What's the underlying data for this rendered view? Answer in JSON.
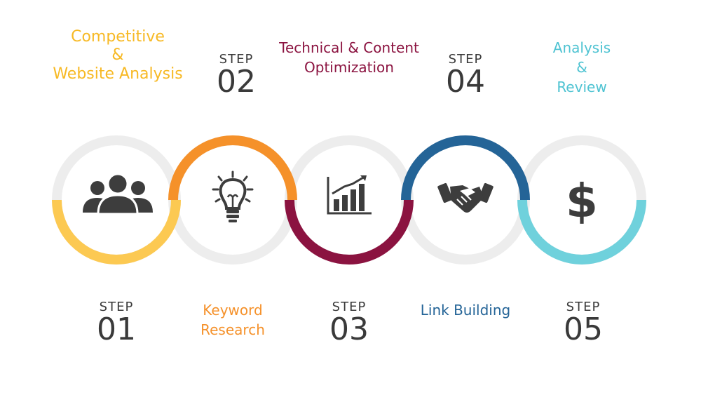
{
  "colors": {
    "step1": "#fcc952",
    "step2": "#f5912a",
    "step3": "#8b1340",
    "step4": "#246497",
    "step5": "#6fd1dc",
    "track": "#ededed",
    "icon": "#3d3d3d"
  },
  "steps": [
    {
      "word": "STEP",
      "number": "01",
      "icon": "team-icon",
      "label": [
        "Competitive",
        "&",
        "Website Analysis"
      ]
    },
    {
      "word": "STEP",
      "number": "02",
      "icon": "lightbulb-icon",
      "label": [
        "Keyword",
        "Research"
      ]
    },
    {
      "word": "STEP",
      "number": "03",
      "icon": "growth-chart-icon",
      "label": [
        "Technical & Content",
        "Optimization"
      ]
    },
    {
      "word": "STEP",
      "number": "04",
      "icon": "handshake-icon",
      "label": [
        "Link Building"
      ]
    },
    {
      "word": "STEP",
      "number": "05",
      "icon": "dollar-icon",
      "label": [
        "Analysis",
        "&",
        "Review"
      ]
    }
  ]
}
